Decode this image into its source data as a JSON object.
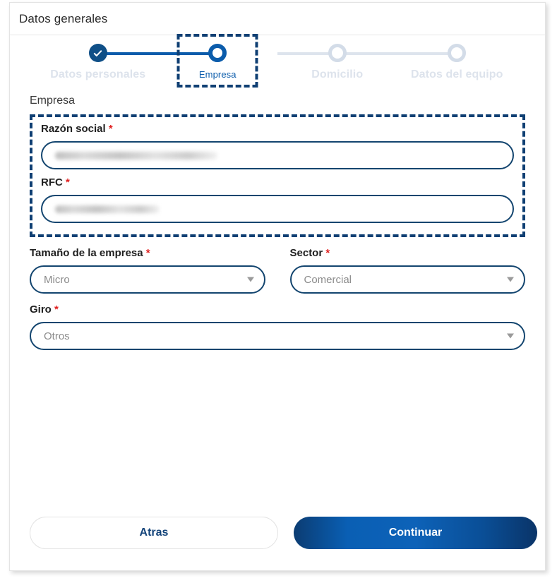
{
  "header": {
    "title": "Datos generales"
  },
  "stepper": {
    "steps": [
      {
        "label": "Datos personales",
        "state": "done",
        "icon": "check-icon"
      },
      {
        "label": "Empresa",
        "state": "current",
        "icon": "circle-icon"
      },
      {
        "label": "Domicilio",
        "state": "upcoming",
        "icon": "circle-icon"
      },
      {
        "label": "Datos del equipo",
        "state": "upcoming",
        "icon": "circle-icon"
      }
    ]
  },
  "form": {
    "section_title": "Empresa",
    "required_mark": "*",
    "razon_social": {
      "label": "Razón social",
      "value": "",
      "redacted": true
    },
    "rfc": {
      "label": "RFC",
      "value": "",
      "redacted": true
    },
    "tamano": {
      "label": "Tamaño de la empresa",
      "value": "Micro",
      "caret": "chevron-down-icon"
    },
    "sector": {
      "label": "Sector",
      "value": "Comercial",
      "caret": "chevron-down-icon"
    },
    "giro": {
      "label": "Giro",
      "value": "Otros",
      "caret": "chevron-down-icon"
    }
  },
  "footer": {
    "back_label": "Atras",
    "continue_label": "Continuar"
  },
  "colors": {
    "brand_blue": "#0b5cab",
    "brand_navy": "#13456f",
    "focus_outline": "#0f3f73",
    "required_red": "#e02020",
    "inactive_step": "#dde3ec"
  }
}
